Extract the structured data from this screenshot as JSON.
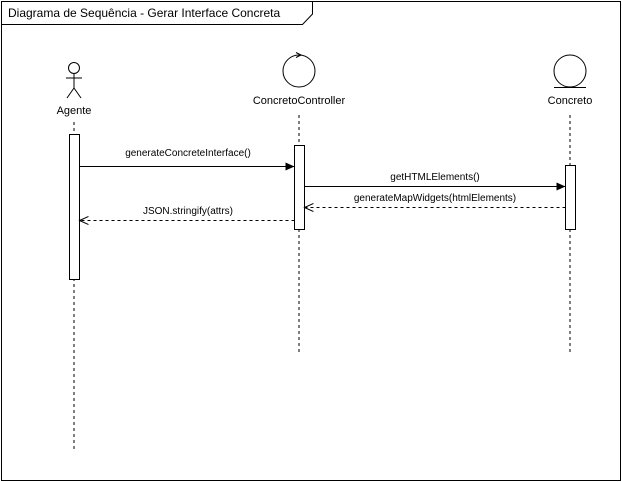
{
  "frame": {
    "title": "Diagrama de Sequência - Gerar Interface Concreta"
  },
  "participants": [
    {
      "name": "Agente",
      "kind": "actor"
    },
    {
      "name": "ConcretoController",
      "kind": "control"
    },
    {
      "name": "Concreto",
      "kind": "entity"
    }
  ],
  "messages": [
    {
      "label": "generateConcreteInterface()",
      "from": "Agente",
      "to": "ConcretoController",
      "style": "solid"
    },
    {
      "label": "getHTMLElements()",
      "from": "ConcretoController",
      "to": "Concreto",
      "style": "solid"
    },
    {
      "label": "generateMapWidgets(htmlElements)",
      "from": "Concreto",
      "to": "ConcretoController",
      "style": "dashed"
    },
    {
      "label": "JSON.stringify(attrs)",
      "from": "ConcretoController",
      "to": "Agente",
      "style": "dashed"
    }
  ]
}
